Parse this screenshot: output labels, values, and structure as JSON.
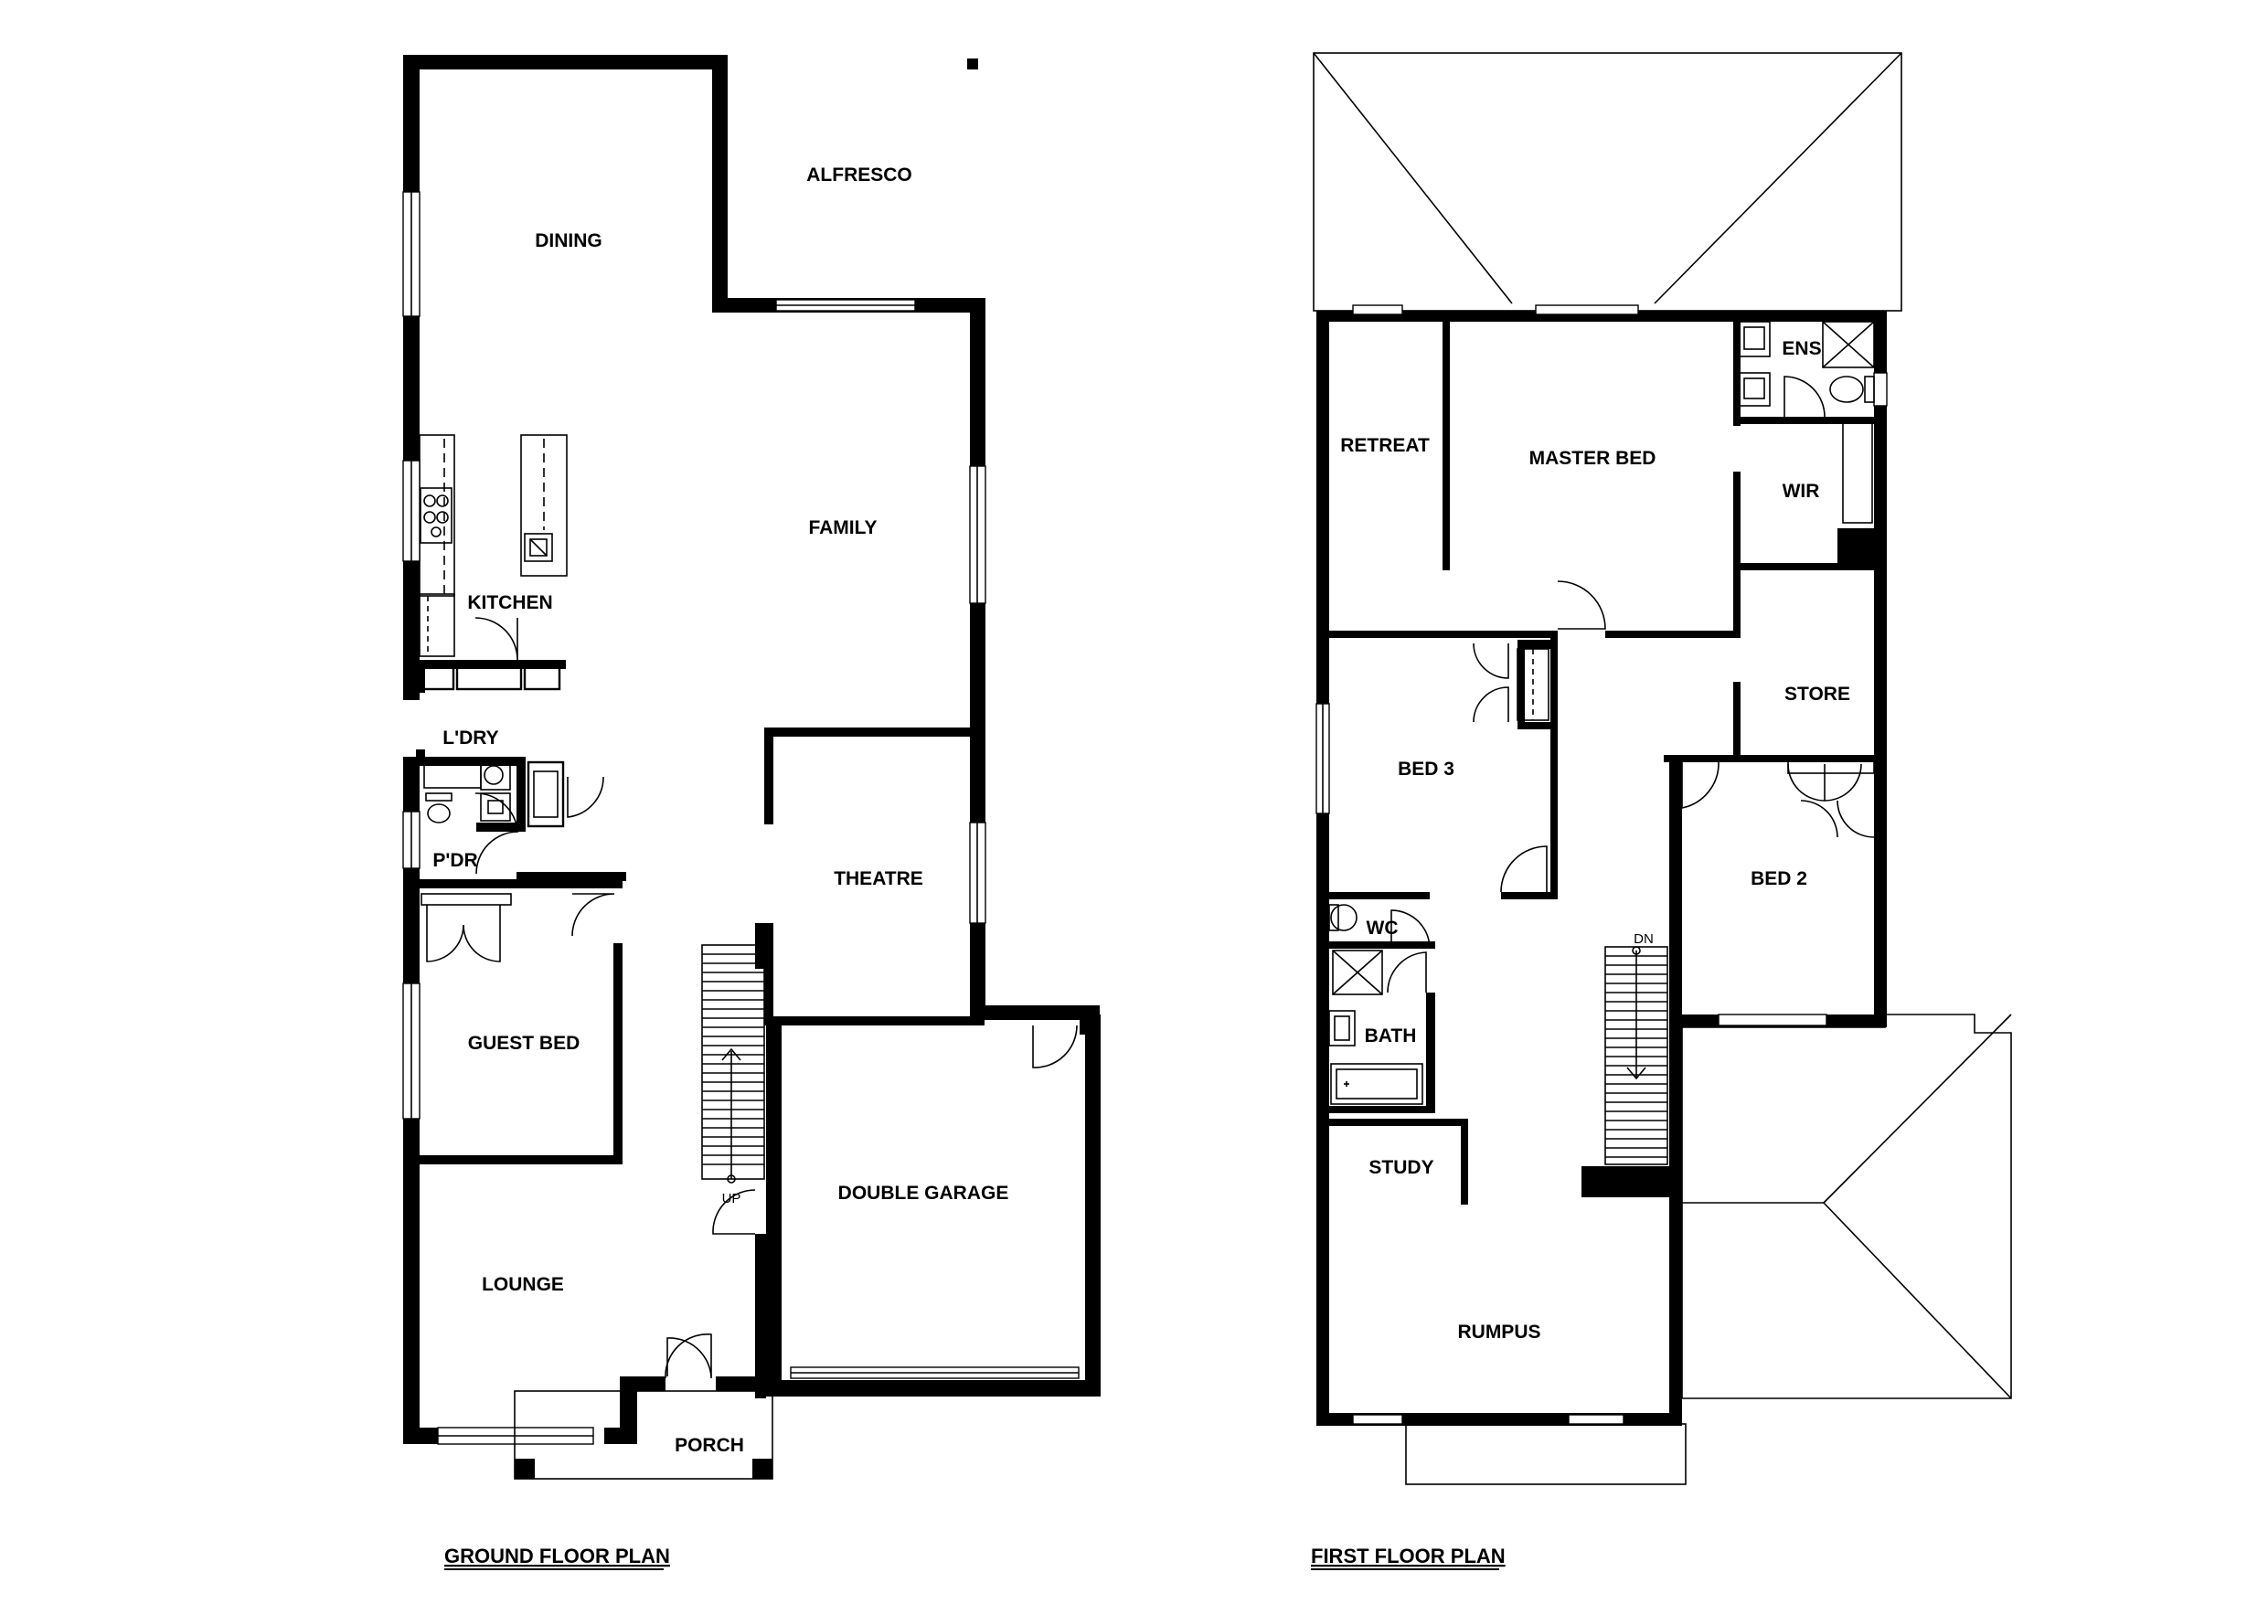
{
  "ground_floor": {
    "title": "GROUND FLOOR PLAN",
    "rooms": {
      "dining": "DINING",
      "alfresco": "ALFRESCO",
      "family": "FAMILY",
      "kitchen": "KITCHEN",
      "laundry": "L'DRY",
      "powder": "P'DR",
      "theatre": "THEATRE",
      "guest_bed": "GUEST BED",
      "lounge": "LOUNGE",
      "double_garage": "DOUBLE GARAGE",
      "porch": "PORCH"
    },
    "stair_label": "UP"
  },
  "first_floor": {
    "title": "FIRST FLOOR PLAN",
    "rooms": {
      "retreat": "RETREAT",
      "master_bed": "MASTER BED",
      "ens": "ENS",
      "wir": "WIR",
      "store": "STORE",
      "bed3": "BED 3",
      "bed2": "BED 2",
      "wc": "WC",
      "bath": "BATH",
      "study": "STUDY",
      "rumpus": "RUMPUS"
    },
    "stair_label": "DN"
  }
}
